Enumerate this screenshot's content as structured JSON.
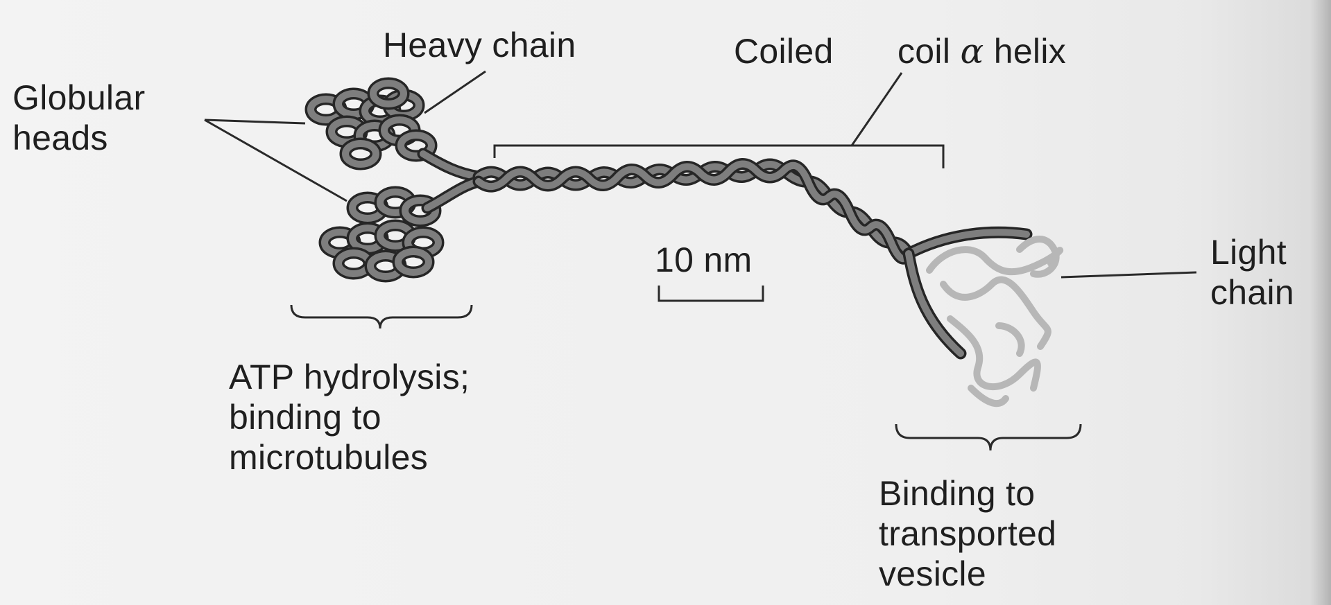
{
  "labels": {
    "globular_heads": "Globular\nheads",
    "heavy_chain": "Heavy chain",
    "coiled": "Coiled",
    "coil_helix_prefix": "coil",
    "coil_helix_greek": "α",
    "coil_helix_suffix": "helix",
    "scale_bar": "10 nm",
    "light_chain": "Light\nchain",
    "head_function": "ATP hydrolysis;\nbinding to\nmicrotubules",
    "tail_function": "Binding to\ntransported\nvesicle"
  },
  "colors": {
    "heavy_chain_fill": "#7e7e7e",
    "heavy_chain_outline": "#262626",
    "light_chain": "#b7b7b7",
    "line": "#2a2a2a",
    "background": "#f1f1f1"
  }
}
